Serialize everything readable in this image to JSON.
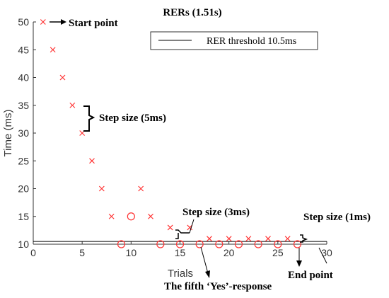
{
  "chart_data": {
    "type": "scatter",
    "title": "RERs (1.51s)",
    "xlabel": "Trials",
    "ylabel": "Time (ms)",
    "xlim": [
      0,
      30
    ],
    "ylim": [
      10,
      50
    ],
    "x_ticks": [
      "0",
      "5",
      "10",
      "15",
      "20",
      "25",
      "30"
    ],
    "y_ticks": [
      "10",
      "15",
      "20",
      "25",
      "30",
      "35",
      "40",
      "45",
      "50"
    ],
    "grid": false,
    "legend_position": "top-right",
    "legend_label": "RER threshold 10.5ms",
    "threshold": 10.5,
    "marker_color": "#ff3333",
    "series": [
      {
        "marker": "x",
        "points": [
          [
            1,
            50
          ],
          [
            2,
            45
          ],
          [
            3,
            40
          ],
          [
            4,
            35
          ],
          [
            5,
            30
          ],
          [
            6,
            25
          ],
          [
            7,
            20
          ],
          [
            8,
            15
          ],
          [
            11,
            20
          ],
          [
            12,
            15
          ],
          [
            14,
            13
          ],
          [
            16,
            13
          ],
          [
            18,
            11
          ],
          [
            20,
            11
          ],
          [
            22,
            11
          ],
          [
            24,
            11
          ],
          [
            26,
            11
          ]
        ]
      },
      {
        "marker": "o",
        "points": [
          [
            9,
            10
          ],
          [
            10,
            15
          ],
          [
            13,
            10
          ],
          [
            15,
            10
          ],
          [
            17,
            10
          ],
          [
            19,
            10
          ],
          [
            21,
            10
          ],
          [
            23,
            10
          ],
          [
            25,
            10
          ],
          [
            27,
            10
          ]
        ]
      }
    ],
    "annotations": {
      "start": "Start point",
      "step5": "Step size (5ms)",
      "step3": "Step size (3ms)",
      "step1": "Step size (1ms)",
      "fifth": "The fifth ‘Yes’-response",
      "end": "End point"
    }
  }
}
